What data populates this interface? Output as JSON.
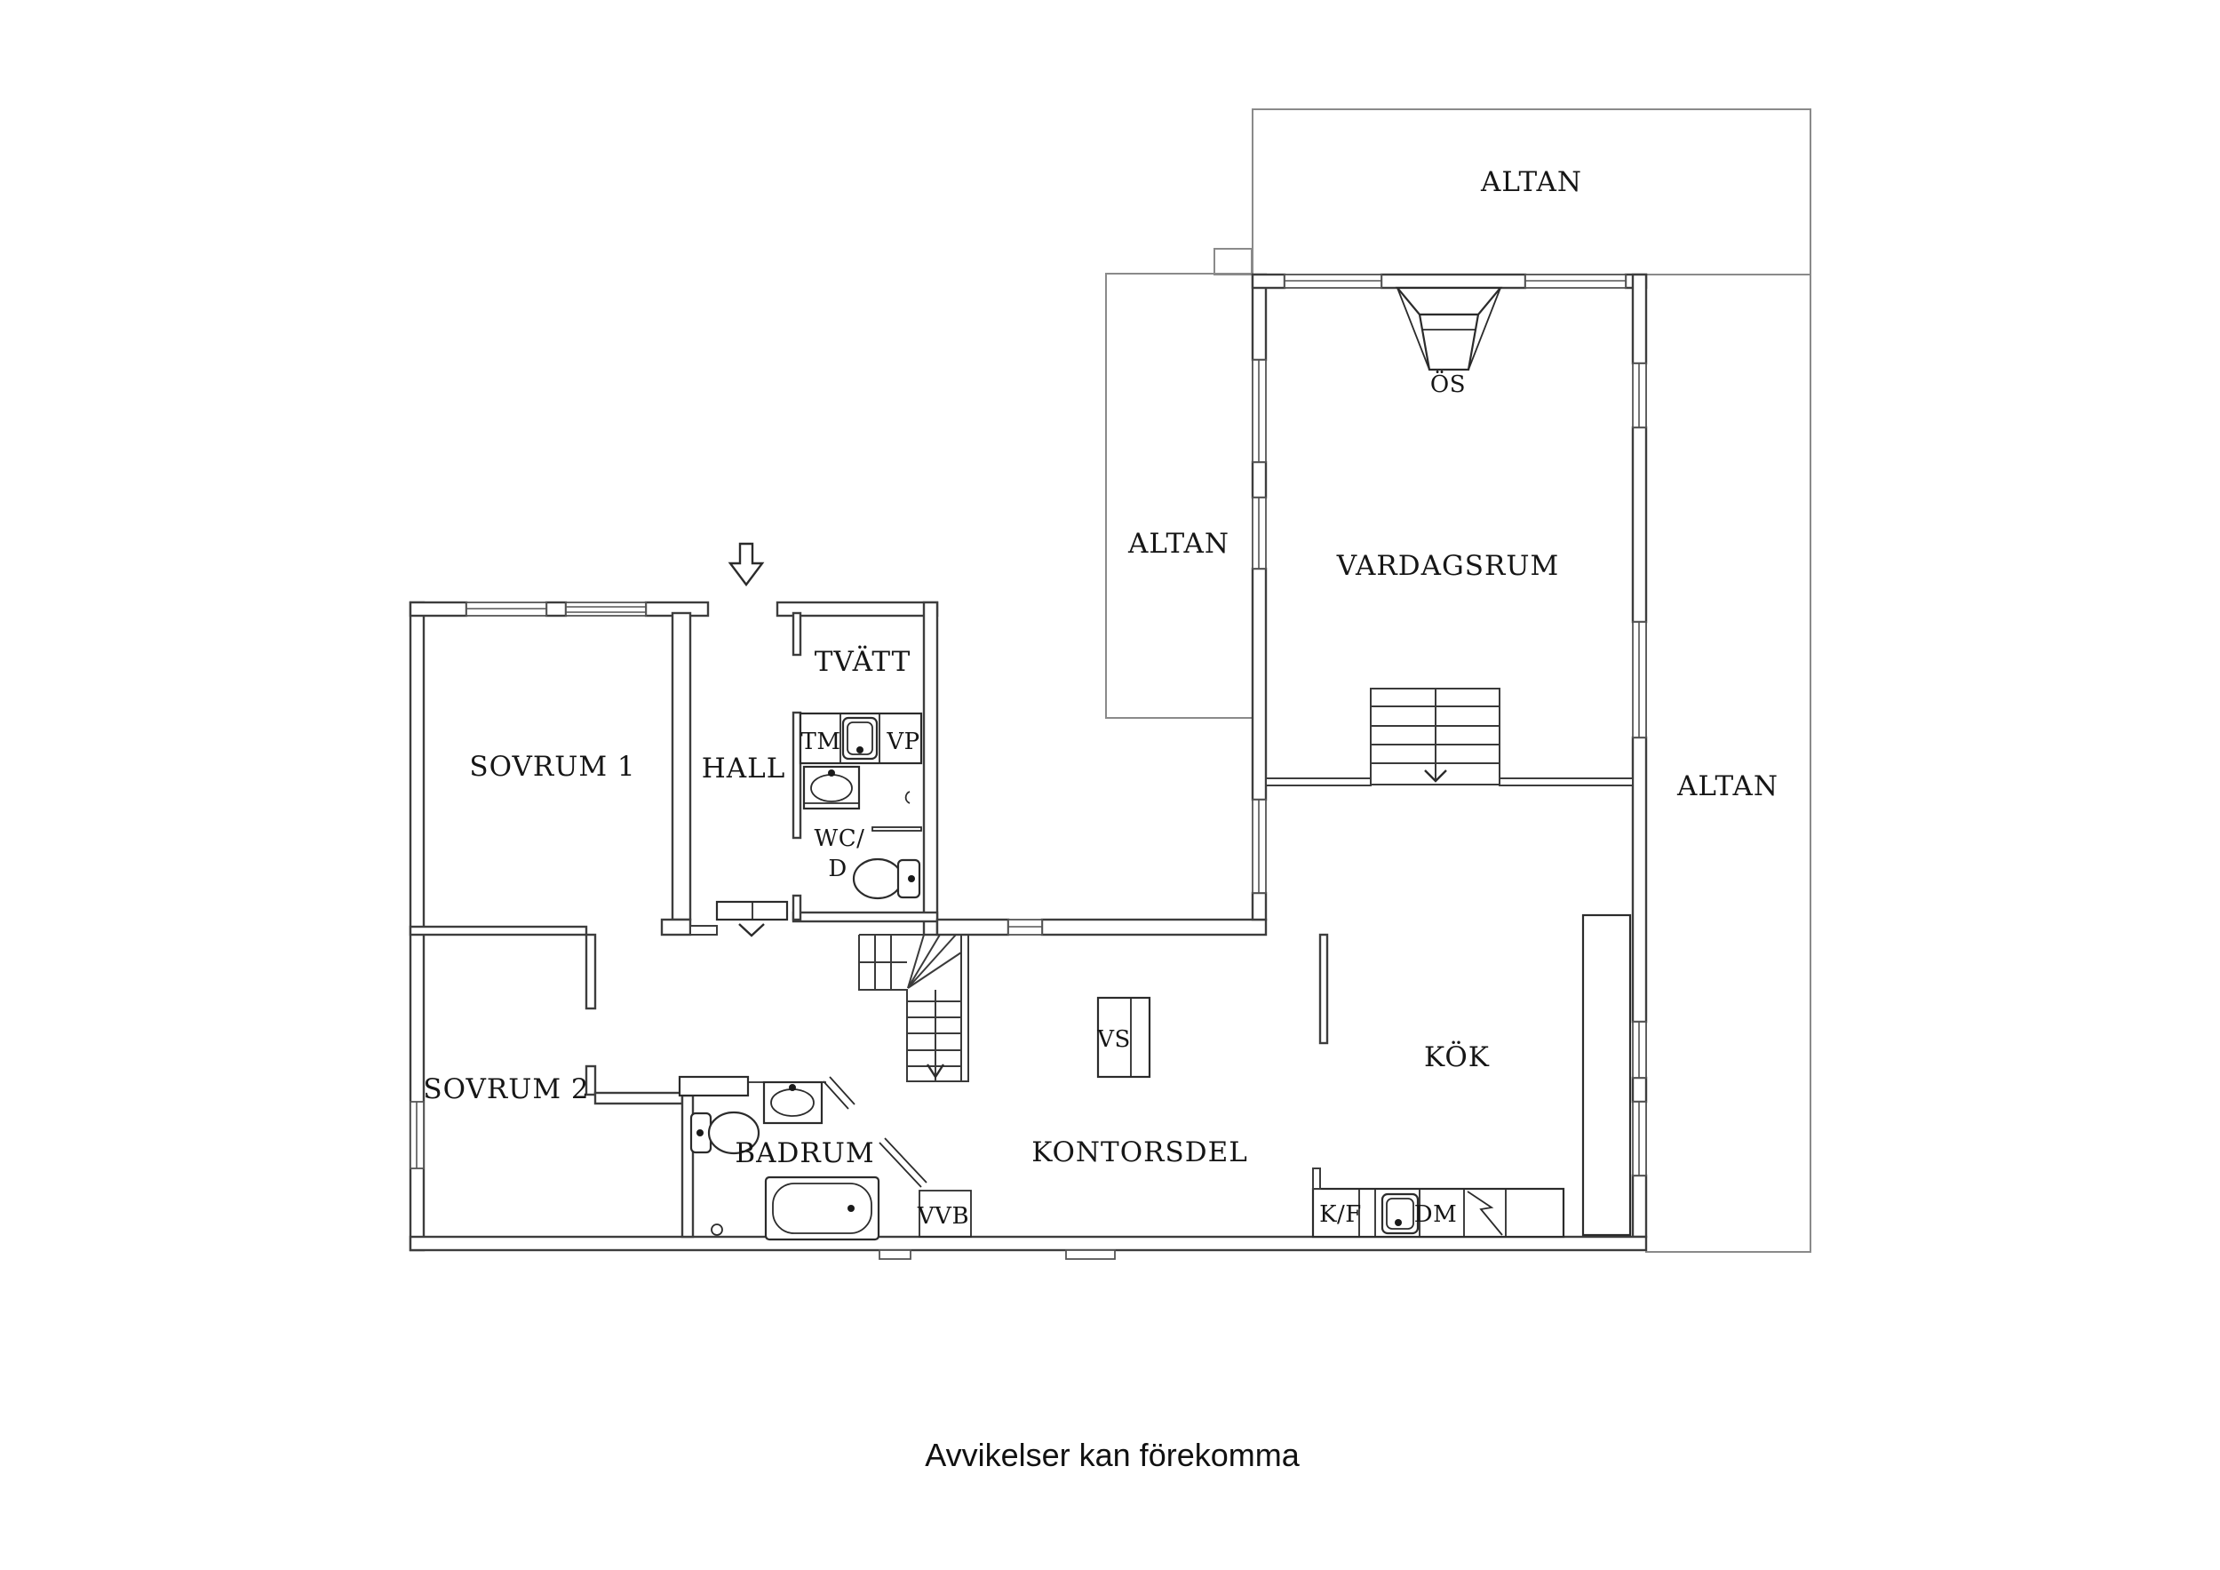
{
  "note": {
    "text": "Avvikelser kan förekomma"
  },
  "colors": {
    "background": "#ffffff",
    "wall_line": "#3d3d3d",
    "deck_line": "#8a8a8a",
    "fixture_line": "#2b2b2b",
    "text": "#161616"
  },
  "labels": {
    "altan_top": {
      "text": "ALTAN"
    },
    "altan_mid": {
      "text": "ALTAN"
    },
    "altan_right": {
      "text": "ALTAN"
    },
    "vardagsrum": {
      "text": "VARDAGSRUM"
    },
    "os": {
      "text": "ÖS"
    },
    "kok": {
      "text": "KÖK"
    },
    "kontorsdel": {
      "text": "KONTORSDEL"
    },
    "sovrum1": {
      "text": "SOVRUM 1"
    },
    "hall": {
      "text": "HALL"
    },
    "tvatt": {
      "text": "TVÄTT"
    },
    "tm": {
      "text": "TM"
    },
    "vp": {
      "text": "VP"
    },
    "wc_line1": {
      "text": "WC/"
    },
    "wc_line2": {
      "text": "D"
    },
    "sovrum2": {
      "text": "SOVRUM 2"
    },
    "badrum": {
      "text": "BADRUM"
    },
    "vvb": {
      "text": "VVB"
    },
    "vs": {
      "text": "VS"
    },
    "kf": {
      "text": "K/F"
    },
    "dm": {
      "text": "DM"
    }
  }
}
